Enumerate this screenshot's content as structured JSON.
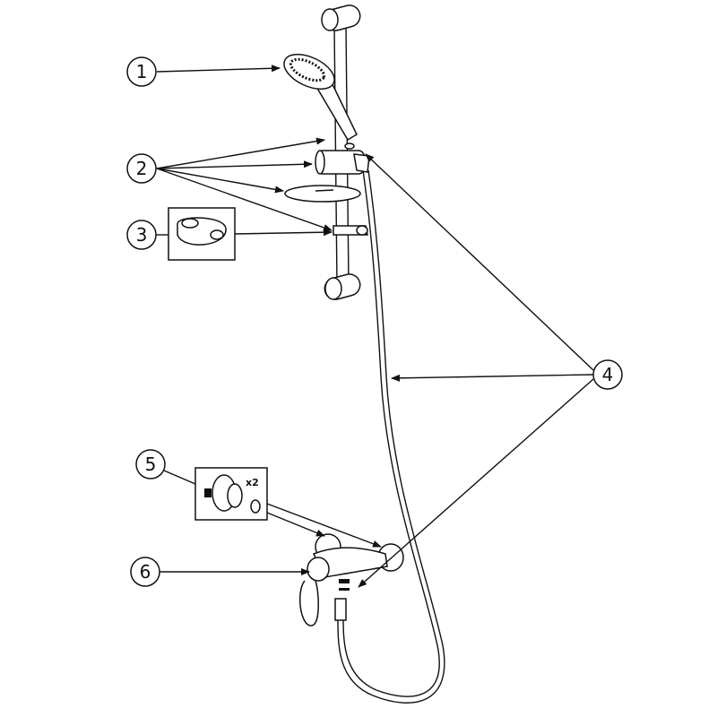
{
  "callouts": [
    {
      "label": "1",
      "part": "hand-shower"
    },
    {
      "label": "2",
      "part": "riser-rail-components"
    },
    {
      "label": "3",
      "part": "hose-retaining-ring"
    },
    {
      "label": "4",
      "part": "hose"
    },
    {
      "label": "5",
      "part": "wall-fittings"
    },
    {
      "label": "6",
      "part": "mixer-valve"
    }
  ],
  "inset_quantity": "x2",
  "colors": {
    "line": "#111111",
    "background": "#ffffff"
  }
}
